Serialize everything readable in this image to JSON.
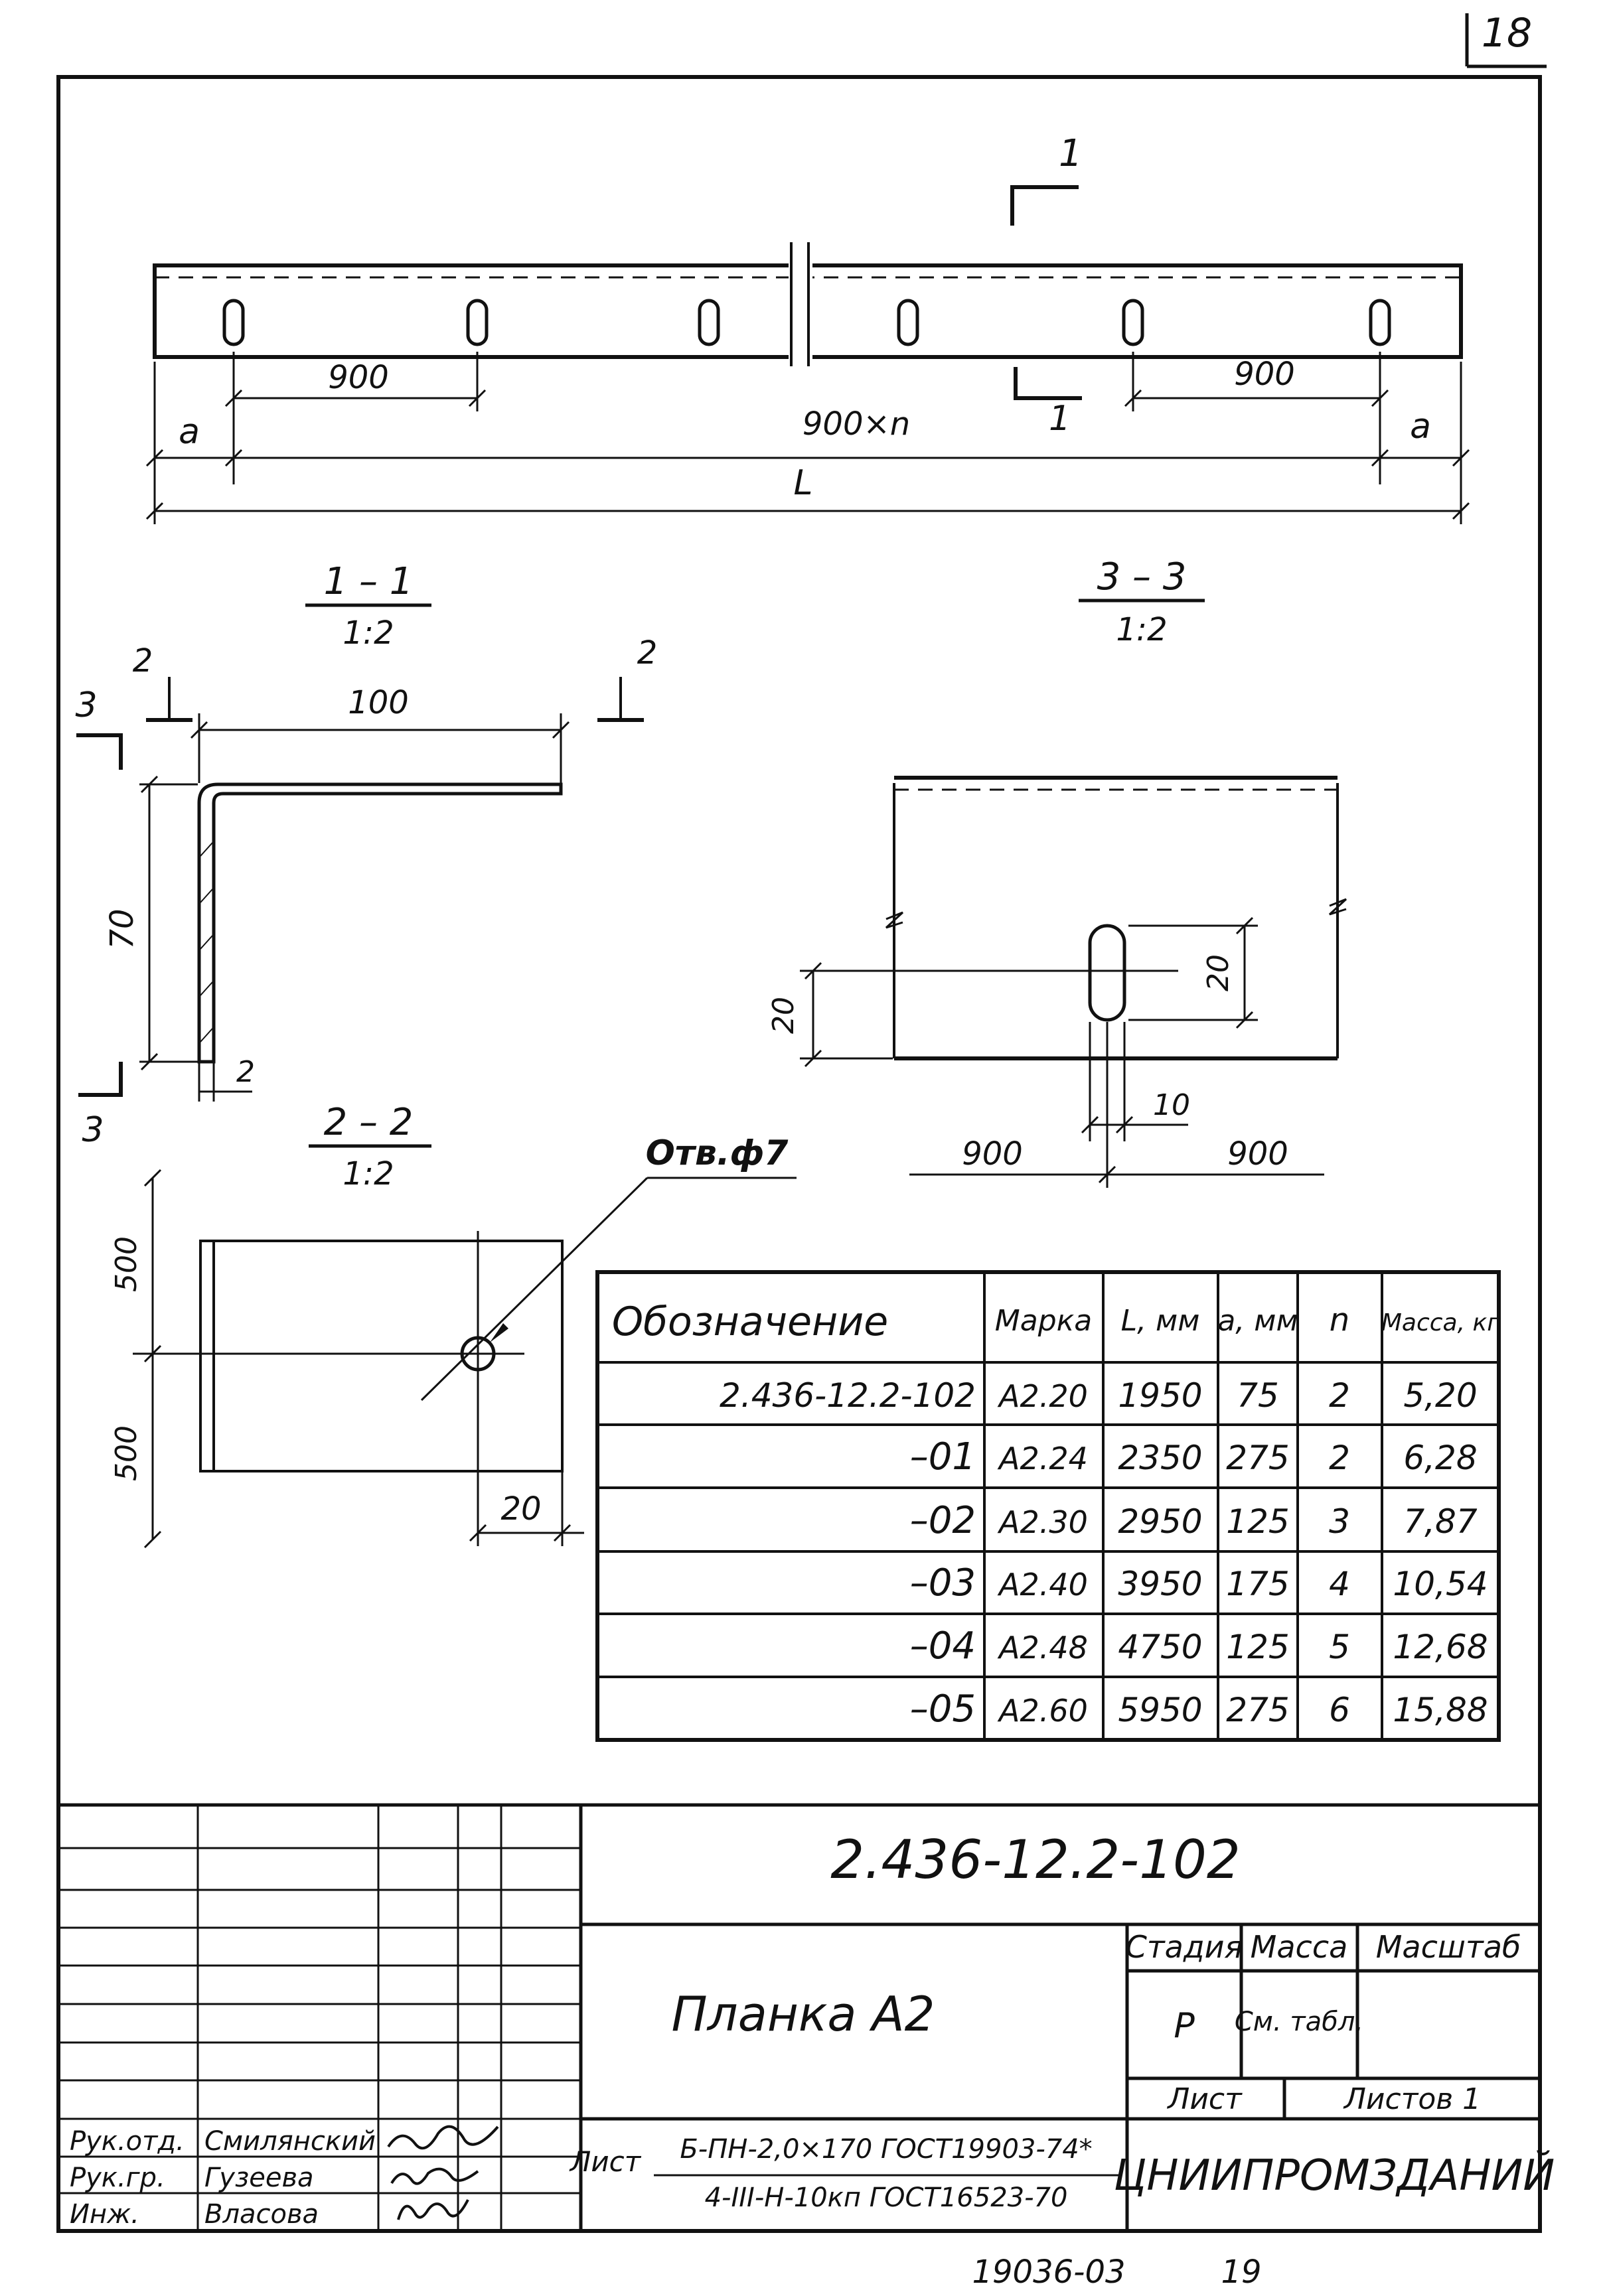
{
  "sheet": {
    "number": "18",
    "footer_code": "19036-03",
    "footer_page": "19"
  },
  "plan": {
    "section_mark": "1",
    "dims": {
      "pitch": "900",
      "a": "a",
      "total_holes": "900×n",
      "length": "L"
    }
  },
  "sections": {
    "s11": {
      "title": "1 – 1",
      "scale": "1:2",
      "width": "100",
      "height": "70",
      "thickness": "2",
      "cut2": "2",
      "cut3": "3"
    },
    "s33": {
      "title": "3 – 3",
      "scale": "1:2",
      "slot_len": "20",
      "edge_dist": "20",
      "slot_w": "10",
      "pitch_left": "900",
      "pitch_right": "900"
    },
    "s22": {
      "title": "2 – 2",
      "scale": "1:2",
      "half_top": "500",
      "half_bottom": "500",
      "edge_dist": "20",
      "hole_label": "Отв.ф7"
    }
  },
  "spec_table": {
    "headers": {
      "designation": "Обозначение",
      "mark": "Марка",
      "length": "L, мм",
      "a": "a, мм",
      "n": "n",
      "mass": "Масса, кг"
    },
    "rows": [
      {
        "designation": "2.436-12.2-102",
        "mark": "А2.20",
        "length": "1950",
        "a": "75",
        "n": "2",
        "mass": "5,20"
      },
      {
        "designation": "–01",
        "mark": "А2.24",
        "length": "2350",
        "a": "275",
        "n": "2",
        "mass": "6,28"
      },
      {
        "designation": "–02",
        "mark": "А2.30",
        "length": "2950",
        "a": "125",
        "n": "3",
        "mass": "7,87"
      },
      {
        "designation": "–03",
        "mark": "А2.40",
        "length": "3950",
        "a": "175",
        "n": "4",
        "mass": "10,54"
      },
      {
        "designation": "–04",
        "mark": "А2.48",
        "length": "4750",
        "a": "125",
        "n": "5",
        "mass": "12,68"
      },
      {
        "designation": "–05",
        "mark": "А2.60",
        "length": "5950",
        "a": "275",
        "n": "6",
        "mass": "15,88"
      }
    ]
  },
  "title_block": {
    "doc_code": "2.436-12.2-102",
    "part_name": "Планка А2",
    "stage_label": "Стадия",
    "stage_value": "Р",
    "mass_label": "Масса",
    "mass_value": "См. табл.",
    "scale_label": "Масштаб",
    "sheet_label": "Лист",
    "sheets_label": "Листов 1",
    "material_prefix": "Лист",
    "material_top": "Б-ПН-2,0×170 ГОСТ19903-74*",
    "material_bottom": "4-III-Н-10кп ГОСТ16523-70",
    "organization": "ЦНИИПРОМЗДАНИЙ",
    "signers": [
      {
        "role": "Рук.отд.",
        "name": "Смилянский"
      },
      {
        "role": "Рук.гр.",
        "name": "Гузеева"
      },
      {
        "role": "Инж.",
        "name": "Власова"
      }
    ]
  }
}
